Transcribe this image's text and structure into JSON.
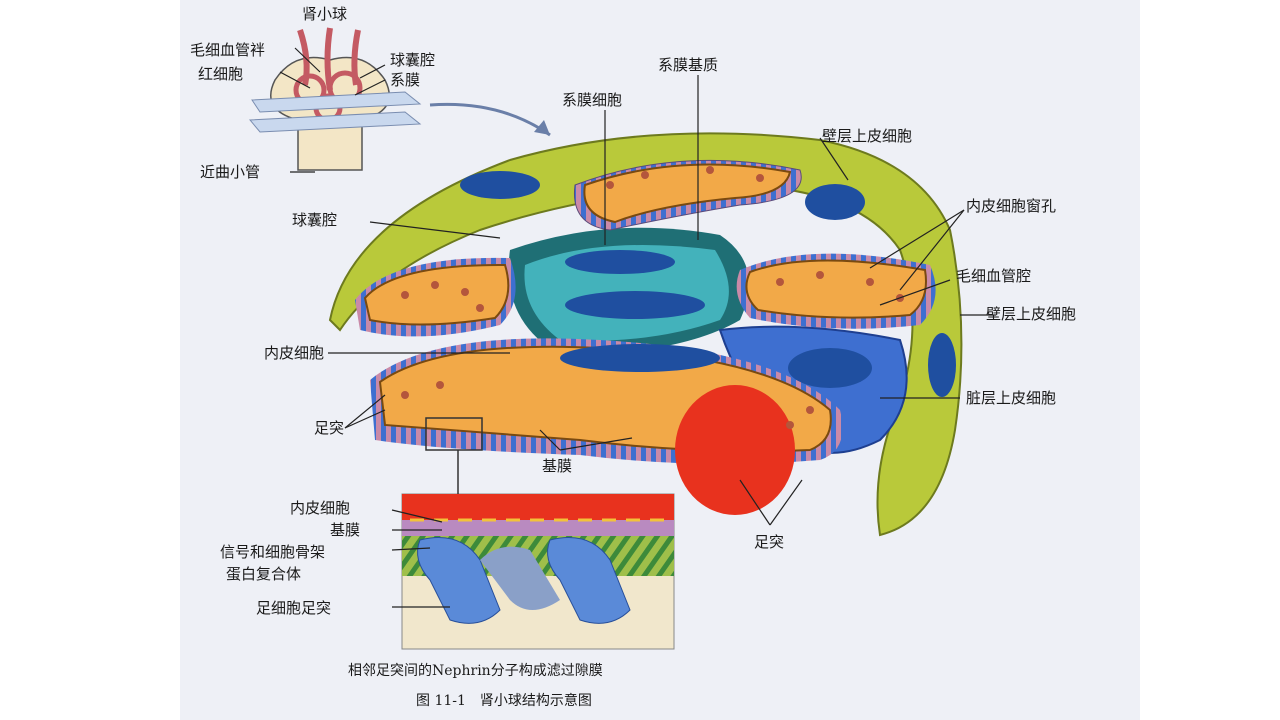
{
  "labels": {
    "glomerulus": "肾小球",
    "capillary_loop": "毛细血管袢",
    "rbc": "红细胞",
    "capsule_space_top": "球囊腔",
    "mesangium_top": "系膜",
    "pct": "近曲小管",
    "mesangial_matrix": "系膜基质",
    "mesangial_cell": "系膜细胞",
    "parietal_epi_1": "壁层上皮细胞",
    "capsule_space": "球囊腔",
    "fenestra": "内皮细胞窗孔",
    "capillary_lumen": "毛细血管腔",
    "parietal_epi_2": "壁层上皮细胞",
    "endothelial_cell": "内皮细胞",
    "visceral_epi": "脏层上皮细胞",
    "foot_process_left": "足突",
    "basement_membrane": "基膜",
    "foot_process_right": "足突",
    "inset_endothelial": "内皮细胞",
    "inset_bm": "基膜",
    "inset_signal_1": "信号和细胞骨架",
    "inset_signal_2": "蛋白复合体",
    "inset_foot": "足细胞足突"
  },
  "caption": {
    "line1": "相邻足突间的Nephrin分子构成滤过隙膜",
    "line2": "图 11-1　肾小球结构示意图"
  },
  "colors": {
    "capsule_green": "#b9c93a",
    "capillary_orange": "#f2a948",
    "nucleus_blue": "#1f4fa0",
    "mesangium_teal": "#2a8f9a",
    "podocyte_blue": "#3e6fd0",
    "rbc_red": "#e8321e",
    "membrane_pink": "#c98aa8"
  }
}
